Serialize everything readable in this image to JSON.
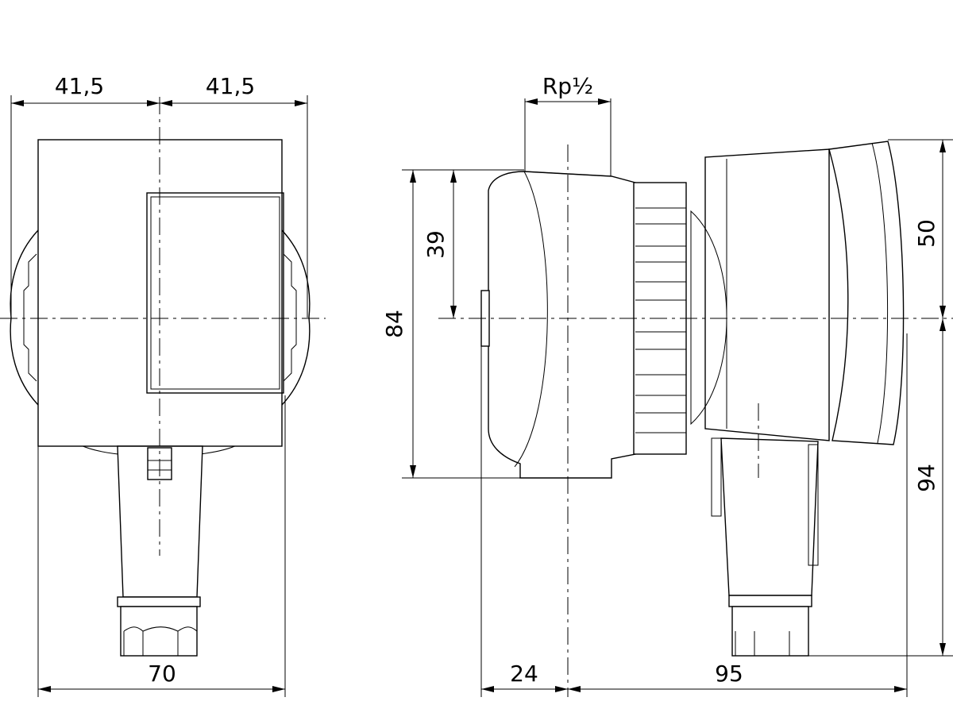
{
  "diagram": {
    "dimensions": {
      "top_left_half": "41,5",
      "top_right_half": "41,5",
      "thread": "Rp½",
      "bottom_width": "70",
      "bottom_offset": "24",
      "bottom_length": "95",
      "height_total": "84",
      "height_to_center": "39",
      "right_upper": "50",
      "right_lower": "94"
    }
  }
}
